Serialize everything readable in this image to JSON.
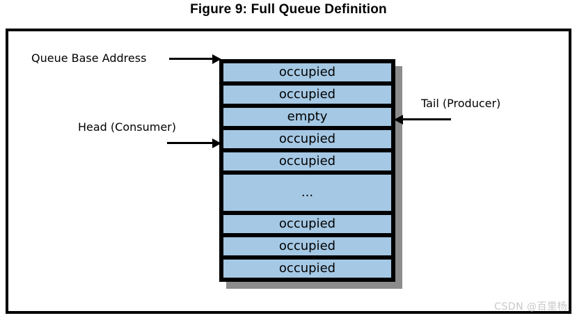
{
  "title": "Figure 9: Full Queue Definition",
  "annotations": {
    "queue_base_address": "Queue Base Address",
    "head": "Head (Consumer)",
    "tail": "Tail (Producer)"
  },
  "queue": {
    "cells": [
      {
        "label": "occupied"
      },
      {
        "label": "occupied"
      },
      {
        "label": "empty"
      },
      {
        "label": "occupied"
      },
      {
        "label": "occupied"
      },
      {
        "label": "..."
      },
      {
        "label": "occupied"
      },
      {
        "label": "occupied"
      },
      {
        "label": "occupied"
      }
    ]
  },
  "colors": {
    "cell_fill": "#a5c8e4",
    "shadow": "#8c8c8c",
    "border": "#000000",
    "watermark": "#c9c7c7"
  },
  "watermark": "CSDN @百里杨"
}
